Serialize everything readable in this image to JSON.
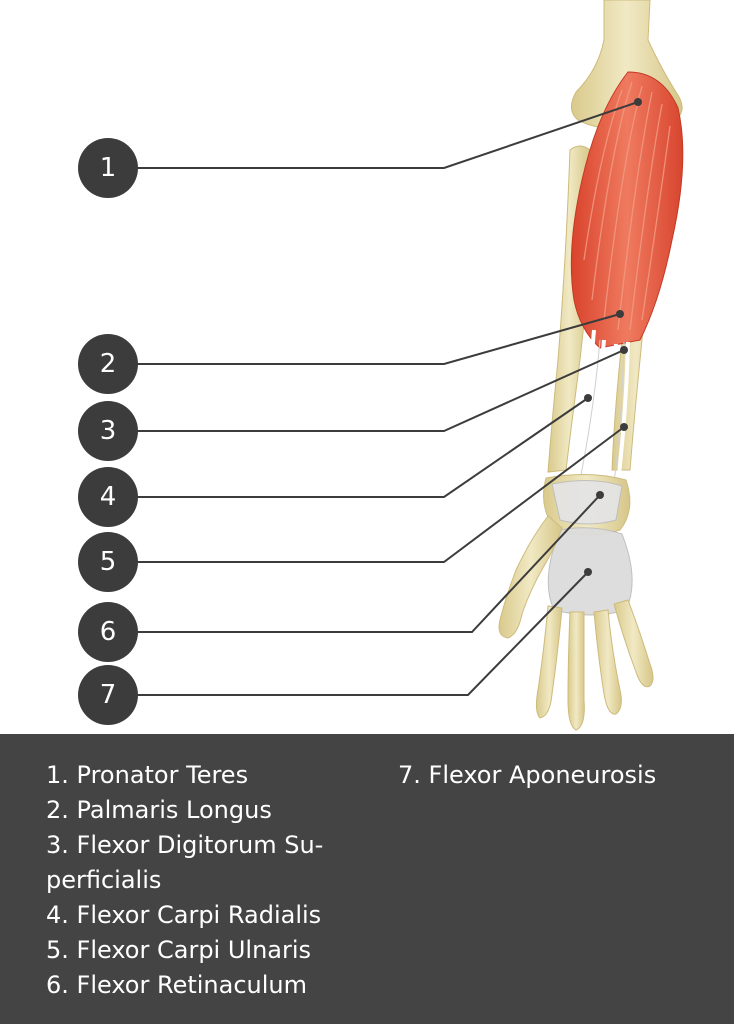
{
  "colors": {
    "muscle": "#e8674f",
    "bone": "#ece3b9",
    "tendon": "#f2f2f2",
    "marker": "#3c3c3c",
    "legend_bg": "#444444"
  },
  "markers": [
    {
      "number": "1"
    },
    {
      "number": "2"
    },
    {
      "number": "3"
    },
    {
      "number": "4"
    },
    {
      "number": "5"
    },
    {
      "number": "6"
    },
    {
      "number": "7"
    }
  ],
  "legend": {
    "items": [
      {
        "label": "1. Pronator Teres"
      },
      {
        "label": "2. Palmaris Longus"
      },
      {
        "label": "3. Flexor Digitorum Su-perficialis"
      },
      {
        "label": "4. Flexor Carpi Radialis"
      },
      {
        "label": "5. Flexor Carpi Ulnaris"
      },
      {
        "label": "6. Flexor Retinaculum"
      },
      {
        "label": "7. Flexor Aponeurosis"
      }
    ]
  }
}
